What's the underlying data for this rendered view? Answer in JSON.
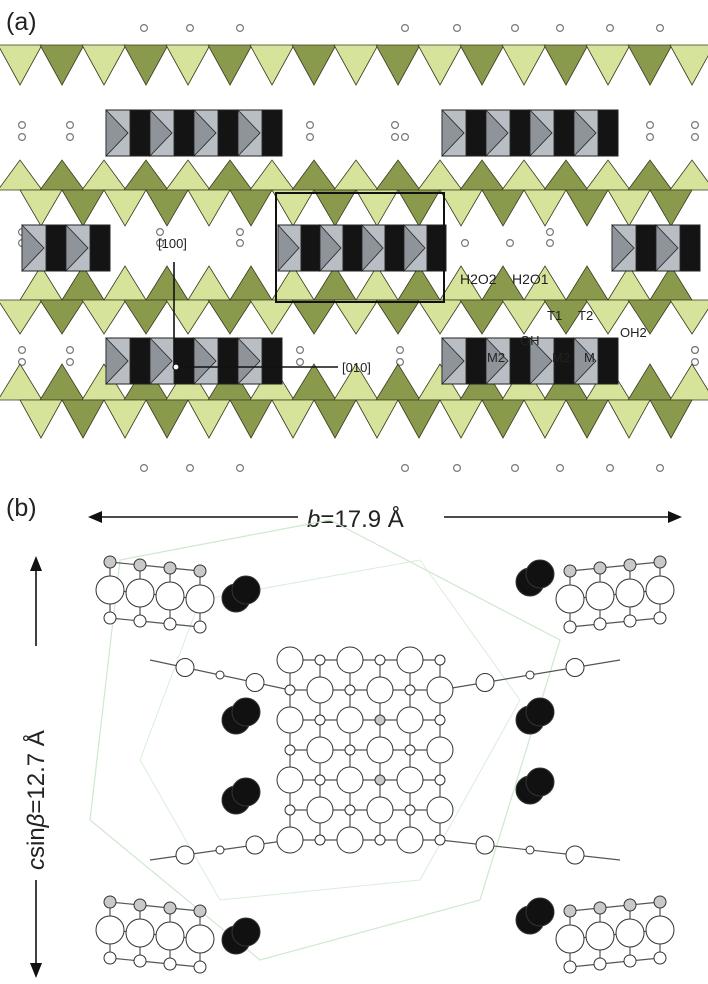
{
  "panel_a": {
    "label": "(a)",
    "labels": {
      "dir_100": "[100]",
      "dir_010": "[010]",
      "h2o2": "H2O2",
      "h2o1": "H2O1",
      "t1": "T1",
      "t2": "T2",
      "oh": "OH",
      "oh2": "OH2",
      "m2a": "M2",
      "m2b": "M2",
      "m_cut": "M"
    }
  },
  "panel_b": {
    "label": "(b)",
    "b_dim_prefix": "b",
    "b_dim_value": "=17.9 Å",
    "c_dim_prefix": "c",
    "c_dim_middle": "sin",
    "c_dim_beta": "β",
    "c_dim_value": "=12.7 Å"
  },
  "colors": {
    "tet_light": "#d6e39a",
    "tet_dark": "#8a9a4c",
    "oct_light": "#b9bec4",
    "oct_mid": "#8e949a",
    "oct_dark": "#141414",
    "water_dark": "#111111",
    "cation_grey": "#c9c9c9"
  }
}
